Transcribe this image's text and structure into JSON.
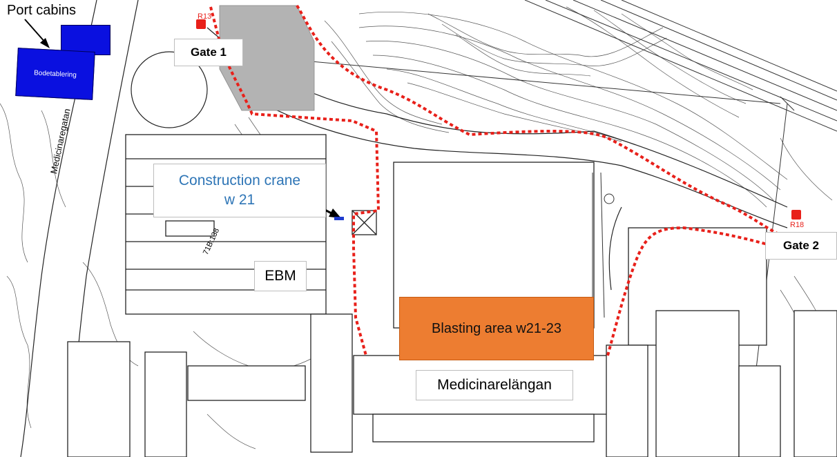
{
  "labels": {
    "port_cabins": "Port cabins",
    "bodetablering": "Bodetablering",
    "gate1": "Gate 1",
    "gate2": "Gate 2",
    "crane_line1": "Construction crane",
    "crane_line2": "w 21",
    "ebm": "EBM",
    "blasting": "Blasting area w21-23",
    "medicinarelangan": "Medicinarelängan",
    "street": "Medicinaregatan",
    "plot": "71B:138",
    "r18": "R18",
    "r13": "R13"
  },
  "colors": {
    "cabins": "#0a10e0",
    "blasting": "#ed7d31",
    "boundary": "#e8201a",
    "crane_text": "#2e75b6",
    "hatched": "#b3b3b3"
  },
  "icons": [
    "hazard-sign-icon",
    "arrow-icon"
  ]
}
